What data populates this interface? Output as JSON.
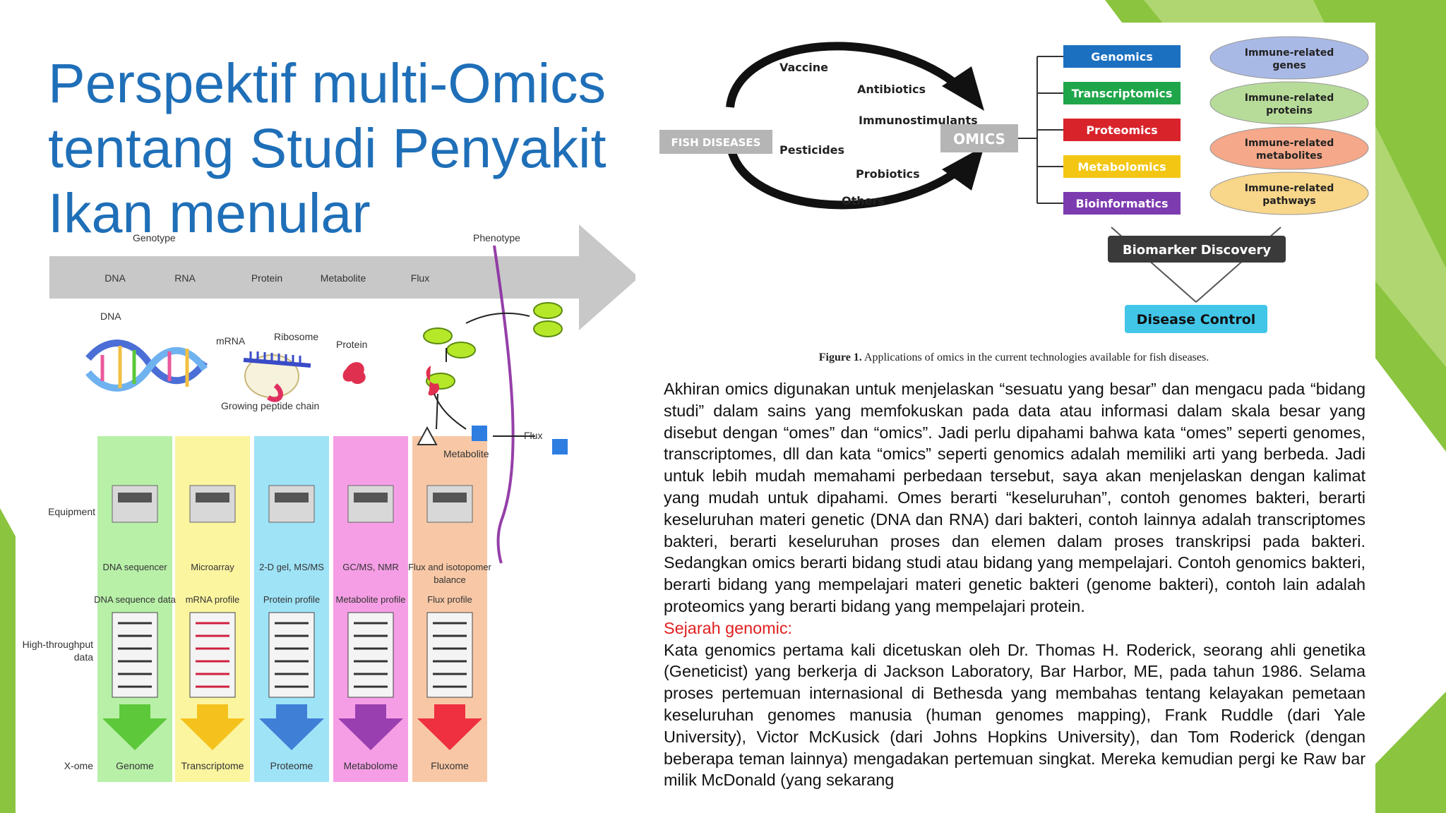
{
  "slide": {
    "title_lines": [
      "Perspektif multi-Omics",
      "tentang Studi Penyakit",
      "Ikan menular"
    ],
    "colors": {
      "title": "#1f6fb8",
      "accent_green": "#8bc43f",
      "heading_red": "#e02020"
    }
  },
  "omics_figure": {
    "genotype": "Genotype",
    "phenotype": "Phenotype",
    "arrow_levels": [
      "DNA",
      "RNA",
      "Protein",
      "Metabolite",
      "Flux"
    ],
    "diagram_labels": {
      "dna": "DNA",
      "mrna": "mRNA",
      "ribosome": "Ribosome",
      "protein": "Protein",
      "growing_chain": "Growing peptide chain",
      "metabolite": "Metabolite",
      "flux": "Flux"
    },
    "row_labels": {
      "equipment": "Equipment",
      "high_throughput_1": "High-throughput",
      "high_throughput_2": "data",
      "xome": "X-ome"
    },
    "columns": [
      {
        "equipment": "DNA sequencer",
        "equipment2": "",
        "data": "DNA sequence data",
        "xome": "Genome",
        "color": "#b8f0a8",
        "arrow": "#5cc83a"
      },
      {
        "equipment": "Microarray",
        "equipment2": "",
        "data": "mRNA profile",
        "xome": "Transcriptome",
        "color": "#fbf5a0",
        "arrow": "#f5c21d"
      },
      {
        "equipment": "2-D gel, MS/MS",
        "equipment2": "",
        "data": "Protein profile",
        "xome": "Proteome",
        "color": "#9fe3f7",
        "arrow": "#3f7fd6"
      },
      {
        "equipment": "GC/MS, NMR",
        "equipment2": "",
        "data": "Metabolite profile",
        "xome": "Metabolome",
        "color": "#f59ee6",
        "arrow": "#9a3fb0"
      },
      {
        "equipment": "Flux and isotopomer",
        "equipment2": "balance",
        "data": "Flux profile",
        "xome": "Fluxome",
        "color": "#f8c8a6",
        "arrow": "#ee3040"
      }
    ]
  },
  "fish_figure": {
    "fish_diseases": "FISH DISEASES",
    "omics": "OMICS",
    "interventions": [
      "Vaccine",
      "Antibiotics",
      "Immunostimulants",
      "Pesticides",
      "Probiotics",
      "Others"
    ],
    "omics_types": [
      {
        "label": "Genomics",
        "color": "#1c70c0"
      },
      {
        "label": "Transcriptomics",
        "color": "#1fa64a"
      },
      {
        "label": "Proteomics",
        "color": "#d9232b"
      },
      {
        "label": "Metabolomics",
        "color": "#f3c614"
      },
      {
        "label": "Bioinformatics",
        "color": "#7d3bb0"
      }
    ],
    "immune_related": [
      {
        "line1": "Immune-related",
        "line2": "genes",
        "color": "#a9b9e6"
      },
      {
        "line1": "Immune-related",
        "line2": "proteins",
        "color": "#b7dc9a"
      },
      {
        "line1": "Immune-related",
        "line2": "metabolites",
        "color": "#f5a88a"
      },
      {
        "line1": "Immune-related",
        "line2": "pathways",
        "color": "#f8d68a"
      }
    ],
    "biomarker": "Biomarker Discovery",
    "disease_control": "Disease Control",
    "caption_bold": "Figure 1.",
    "caption_rest": " Applications of omics in the current technologies available for fish diseases."
  },
  "text": {
    "paragraph1": "Akhiran omics digunakan untuk menjelaskan “sesuatu yang besar” dan mengacu pada “bidang studi” dalam sains yang memfokuskan pada data atau informasi dalam skala besar yang disebut dengan “omes” dan “omics”. Jadi perlu dipahami bahwa kata “omes” seperti genomes, transcriptomes, dll dan kata “omics” seperti genomics adalah memiliki arti yang berbeda. Jadi untuk lebih mudah memahami perbedaan tersebut, saya akan menjelaskan dengan kalimat yang mudah untuk dipahami. Omes berarti “keseluruhan”, contoh genomes bakteri, berarti keseluruhan materi genetic (DNA dan RNA) dari bakteri, contoh lainnya adalah transcriptomes bakteri, berarti keseluruhan proses dan elemen dalam proses transkripsi pada bakteri. Sedangkan omics berarti bidang studi atau bidang yang mempelajari. Contoh genomics bakteri, berarti bidang yang mempelajari materi genetic bakteri (genome bakteri), contoh lain adalah proteomics yang berarti bidang yang mempelajari protein.",
    "heading": "Sejarah genomic:",
    "paragraph2": "Kata genomics pertama kali dicetuskan oleh Dr. Thomas H. Roderick, seorang ahli genetika (Geneticist) yang berkerja di Jackson Laboratory, Bar Harbor, ME, pada tahun 1986. Selama proses pertemuan internasional di Bethesda yang membahas tentang kelayakan pemetaan keseluruhan genomes manusia (human genomes mapping), Frank Ruddle (dari Yale University), Victor McKusick (dari Johns Hopkins University), dan Tom Roderick (dengan beberapa teman lainnya) mengadakan pertemuan singkat. Mereka kemudian pergi ke Raw bar milik McDonald (yang sekarang"
  }
}
